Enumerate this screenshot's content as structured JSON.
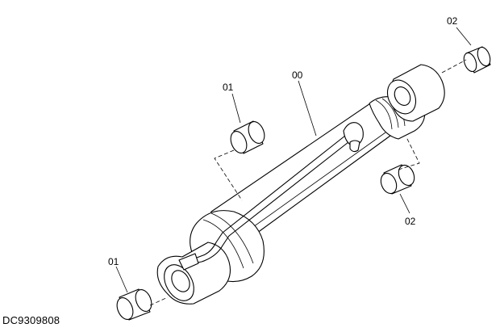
{
  "callouts": {
    "bushing_02_top": "02",
    "tube_00": "00",
    "bushing_01_upper": "01",
    "bushing_02_lower": "02",
    "bushing_01_lower": "01"
  },
  "drawing_code": "DC9309808"
}
